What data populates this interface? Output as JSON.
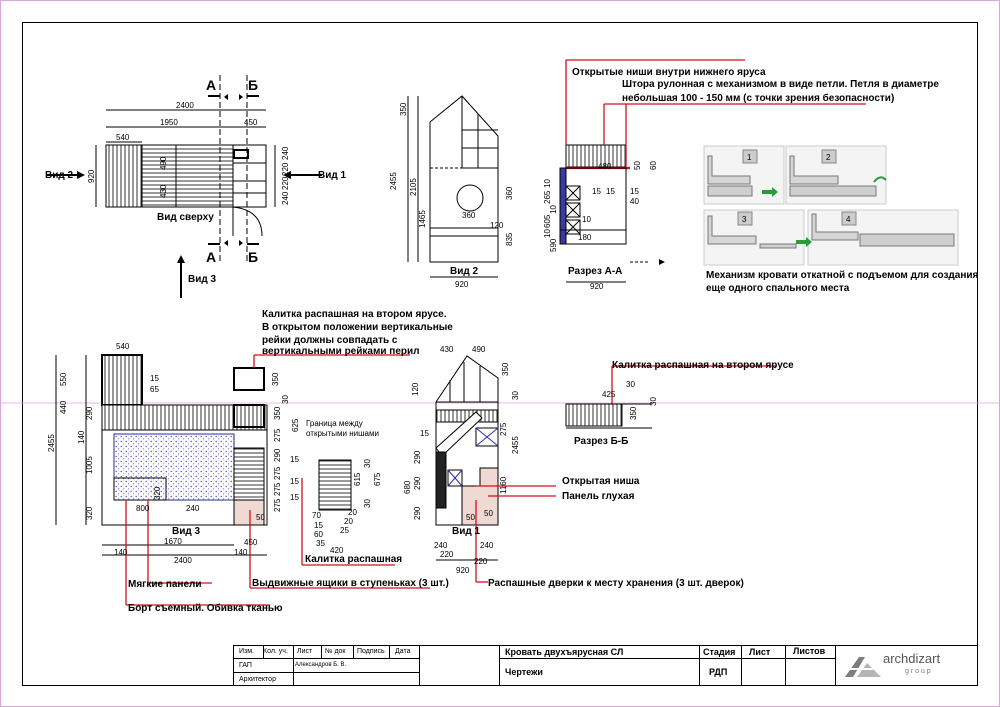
{
  "views": {
    "top": "Вид сверху",
    "v1": "Вид 1",
    "v2": "Вид 2",
    "v3": "Вид 3",
    "arrow_v1": "Вид 1",
    "arrow_v2": "Вид 2",
    "arrow_v3": "Вид 3",
    "sec_a": "Разрез А-А",
    "sec_b": "Разрез Б-Б",
    "cut_a": "А",
    "cut_b": "Б"
  },
  "notes": {
    "open_niches": "Открытые ниши внутри нижнего яруса",
    "blind_l1": "Штора рулонная с механизмом в виде петли. Петля в диаметре",
    "blind_l2": "небольшая 100 - 150 мм (с точки зрения безопасности)",
    "mech_l1": "Механизм кровати откатной с подъемом для создания",
    "mech_l2": "еще одного спального места",
    "gate_l1": "Калитка распашная на втором ярусе.",
    "gate_l2": "В открытом положении вертикальные",
    "gate_l3": "рейки должны совпадать с",
    "gate_l4": "вертикальными рейками перил",
    "niche_border_l1": "Граница между",
    "niche_border_l2": "открытыми нишами",
    "gate_swing": "Калитка распашная",
    "gate_tier2": "Калитка распашная на втором ярусе",
    "open_niche": "Открытая ниша",
    "blind_panel": "Панель глухая",
    "soft_panels": "Мягкие панели",
    "board": "Борт съемный. Обивка тканью",
    "drawers": "Выдвижные ящики в ступеньках (3 шт.)",
    "doors": "Распашные дверки к месту хранения (3 шт. дверок)"
  },
  "mech_steps": [
    "1",
    "2",
    "3",
    "4"
  ],
  "dims": {
    "top": {
      "w2400": "2400",
      "w1950": "1950",
      "w450": "450",
      "w540": "540",
      "h920": "920",
      "h490": "490",
      "h430": "430",
      "h240a": "240",
      "h220a": "220",
      "h220b": "220",
      "h240b": "240"
    },
    "v2": {
      "h350": "350",
      "h2455": "2455",
      "h2105": "2105",
      "h1465": "1465",
      "h360": "360",
      "h835": "835",
      "w360": "360",
      "w120": "120",
      "w920": "920"
    },
    "sa": {
      "w480": "480",
      "d50": "50",
      "d60": "60",
      "d15a": "15",
      "d15b": "15",
      "d15c": "15",
      "d40": "40",
      "d10a": "10",
      "d10b": "10",
      "d10c": "10",
      "d10d": "10",
      "d265": "265",
      "d605": "605",
      "d590": "590",
      "w180": "180",
      "w920": "920"
    },
    "v3": {
      "w540": "540",
      "h550": "550",
      "h440": "440",
      "h290": "290",
      "h2455": "2455",
      "h140": "140",
      "h1005": "1005",
      "h320a": "320",
      "h320b": "320",
      "d15": "15",
      "d65": "65",
      "w800": "800",
      "w240": "240",
      "w1670": "1670",
      "w2400": "2400",
      "w140a": "140",
      "w140b": "140",
      "w450": "450",
      "s350": "350",
      "s30": "30",
      "s625": "625",
      "s275a": "275",
      "s275b": "275",
      "s275c": "275",
      "s275d": "275",
      "s290": "290",
      "s350b": "350",
      "s15a": "15",
      "s15b": "15",
      "s15c": "15",
      "s50": "50"
    },
    "gate": {
      "h615": "615",
      "h675": "675",
      "d30a": "30",
      "d30b": "30",
      "d70": "70",
      "d15": "15",
      "d60": "60",
      "d35": "35",
      "d20a": "20",
      "d20b": "20",
      "d25": "25",
      "w420": "420"
    },
    "v1": {
      "w430": "430",
      "w490": "490",
      "h120": "120",
      "h350": "350",
      "h30": "30",
      "h2455": "2455",
      "h275": "275",
      "h15": "15",
      "h680": "680",
      "h290a": "290",
      "h290b": "290",
      "h290c": "290",
      "h1160": "1160",
      "h50a": "50",
      "h50b": "50",
      "w240a": "240",
      "w220a": "220",
      "w240b": "240",
      "w220b": "220",
      "w920": "920"
    },
    "sb": {
      "d30a": "30",
      "w425": "425",
      "d30b": "30",
      "h350": "350"
    }
  },
  "titleblock": {
    "h_izm": "Изм.",
    "h_kol": "Кол. уч.",
    "h_list": "Лист",
    "h_doc": "№ док",
    "h_sign": "Подпись",
    "h_date": "Дата",
    "gap": "ГАП",
    "gap_name": "Александров Б. В.",
    "architect": "Архитектор",
    "project": "Кровать двухъярусная СЛ",
    "sheet_title": "Чертежи",
    "stage_h": "Стадия",
    "sheet_h": "Лист",
    "sheets_h": "Листов",
    "stage_v": "РДП",
    "logo_main": "archdizart",
    "logo_sub": "g r o u p"
  }
}
